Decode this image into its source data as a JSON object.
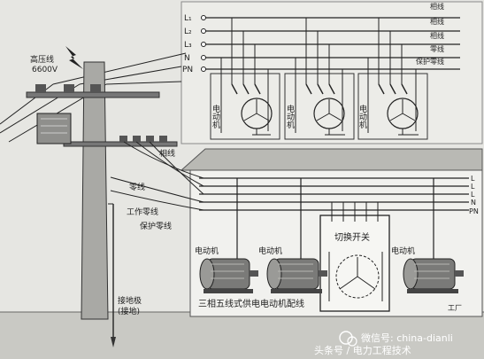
{
  "top_panel": {
    "bus_labels": [
      "L₁",
      "L₂",
      "L₃",
      "N",
      "PN"
    ],
    "line_labels": [
      "相线",
      "相线",
      "相线",
      "零线",
      "保护零线"
    ],
    "motor_label": "电动机"
  },
  "pole": {
    "hv_label": "高压线",
    "hv_voltage": "6600V",
    "phase_label": "相线",
    "neutral_label": "零线",
    "work_neutral_label": "工作零线",
    "protect_neutral_label": "保护零线",
    "ground_label": "接地极",
    "ground_sub_label": "(接地)"
  },
  "building": {
    "bus_labels": [
      "L",
      "L",
      "L",
      "N",
      "PN"
    ],
    "motor_label": "电动机",
    "switch_label": "切换开关",
    "caption": "三相五线式供电电动机配线",
    "factory_label": "工厂"
  },
  "watermark": {
    "wechat": "微信号: china-dianli",
    "account": "头条号 / 电力工程技术"
  }
}
